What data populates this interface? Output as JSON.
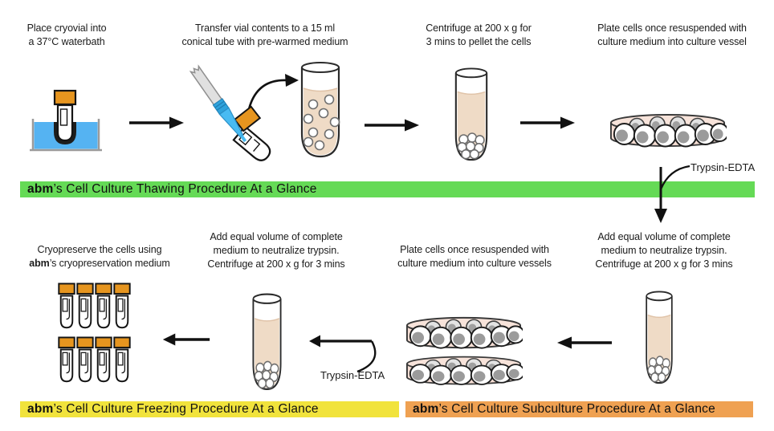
{
  "colors": {
    "thawing_banner_bg": "#65da56",
    "freezing_banner_bg": "#f1e33c",
    "subculture_banner_bg": "#efa152",
    "cryovial_cap_orange": "#e6951f",
    "waterbath_blue": "#55b3f2",
    "medium_beige": "#efdbc6",
    "dish_pink": "#f6ded4",
    "arrow_black": "#111111"
  },
  "thawing": {
    "banner": {
      "brand": "abm",
      "rest": "’s Cell Culture Thawing Procedure At a Glance"
    },
    "steps": {
      "place": {
        "l1": "Place cryovial into",
        "l2": "a 37°C waterbath"
      },
      "transfer": {
        "l1": "Transfer vial contents to a 15 ml",
        "l2": "conical tube with pre-warmed medium"
      },
      "centrifuge": {
        "l1": "Centrifuge at 200 x g for",
        "l2": "3 mins to pellet the cells"
      },
      "plate": {
        "l1": "Plate cells once resuspended with",
        "l2": "culture medium into culture vessel"
      }
    }
  },
  "subculture": {
    "banner": {
      "brand": "abm",
      "rest": "’s Cell Culture Subculture Procedure At a Glance"
    },
    "trypsin_label": "Trypsin-EDTA",
    "steps": {
      "neutralize": {
        "l1": "Add equal volume of complete",
        "l2": "medium to neutralize trypsin.",
        "l3": "Centrifuge at 200 x g for 3 mins"
      },
      "plate": {
        "l1": "Plate cells once resuspended with",
        "l2": "culture medium into culture vessels"
      }
    }
  },
  "freezing": {
    "banner": {
      "brand": "abm",
      "rest": "’s Cell Culture Freezing Procedure At a Glance"
    },
    "trypsin_label": "Trypsin-EDTA",
    "steps": {
      "neutralize": {
        "l1": "Add equal volume of complete",
        "l2": "medium to neutralize trypsin.",
        "l3": "Centrifuge at 200 x g for 3 mins"
      },
      "cryopreserve": {
        "l1": "Cryopreserve the cells using",
        "l2_brand": "abm",
        "l2_rest": "’s cryopreservation medium"
      }
    }
  }
}
